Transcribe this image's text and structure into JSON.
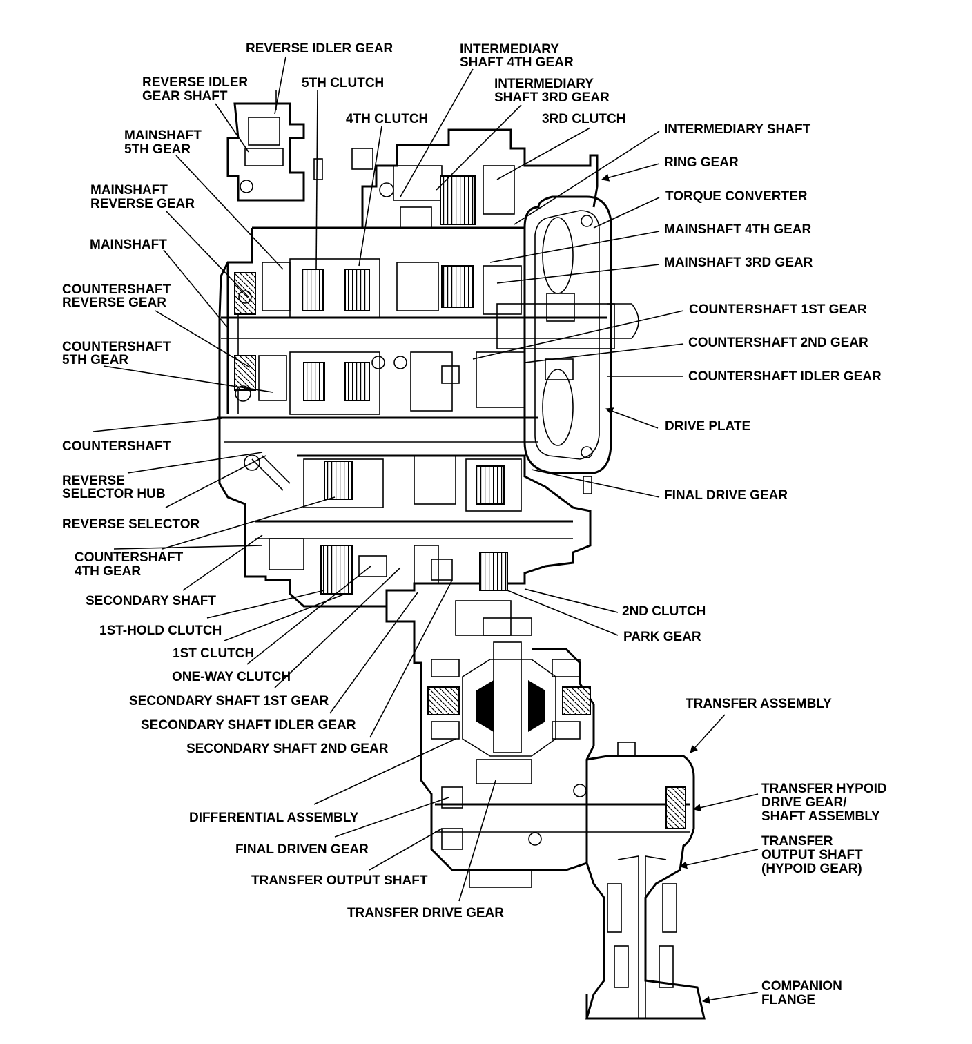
{
  "diagram": {
    "labels": {
      "reverse_idler_gear": "REVERSE IDLER GEAR",
      "intermediary_shaft_4th_gear_1": "INTERMEDIARY",
      "intermediary_shaft_4th_gear_2": "SHAFT 4TH GEAR",
      "reverse_idler_gear_shaft_1": "REVERSE IDLER",
      "reverse_idler_gear_shaft_2": "GEAR SHAFT",
      "clutch_5th": "5TH CLUTCH",
      "intermediary_shaft_3rd_gear_1": "INTERMEDIARY",
      "intermediary_shaft_3rd_gear_2": "SHAFT 3RD GEAR",
      "clutch_4th": "4TH CLUTCH",
      "clutch_3rd": "3RD CLUTCH",
      "mainshaft_5th_gear_1": "MAINSHAFT",
      "mainshaft_5th_gear_2": "5TH GEAR",
      "intermediary_shaft": "INTERMEDIARY SHAFT",
      "ring_gear": "RING GEAR",
      "mainshaft_reverse_gear_1": "MAINSHAFT",
      "mainshaft_reverse_gear_2": "REVERSE GEAR",
      "torque_converter": "TORQUE CONVERTER",
      "mainshaft_4th_gear": "MAINSHAFT 4TH GEAR",
      "mainshaft": "MAINSHAFT",
      "mainshaft_3rd_gear": "MAINSHAFT 3RD GEAR",
      "countershaft_reverse_gear_1": "COUNTERSHAFT",
      "countershaft_reverse_gear_2": "REVERSE GEAR",
      "countershaft_1st_gear": "COUNTERSHAFT 1ST GEAR",
      "countershaft_5th_gear_1": "COUNTERSHAFT",
      "countershaft_5th_gear_2": "5TH GEAR",
      "countershaft_2nd_gear": "COUNTERSHAFT 2ND GEAR",
      "countershaft_idler_gear": "COUNTERSHAFT IDLER GEAR",
      "drive_plate": "DRIVE PLATE",
      "countershaft": "COUNTERSHAFT",
      "reverse_selector_hub_1": "REVERSE",
      "reverse_selector_hub_2": "SELECTOR HUB",
      "final_drive_gear": "FINAL DRIVE GEAR",
      "reverse_selector": "REVERSE SELECTOR",
      "countershaft_4th_gear_1": "COUNTERSHAFT",
      "countershaft_4th_gear_2": "4TH GEAR",
      "secondary_shaft": "SECONDARY SHAFT",
      "clutch_2nd": "2ND CLUTCH",
      "clutch_1st_hold": "1ST-HOLD CLUTCH",
      "park_gear": "PARK GEAR",
      "clutch_1st": "1ST CLUTCH",
      "one_way_clutch": "ONE-WAY CLUTCH",
      "secondary_shaft_1st_gear": "SECONDARY SHAFT 1ST GEAR",
      "transfer_assembly": "TRANSFER ASSEMBLY",
      "secondary_shaft_idler_gear": "SECONDARY SHAFT IDLER GEAR",
      "secondary_shaft_2nd_gear": "SECONDARY SHAFT 2ND GEAR",
      "transfer_hypoid_drive_gear_1": "TRANSFER HYPOID",
      "transfer_hypoid_drive_gear_2": "DRIVE GEAR/",
      "transfer_hypoid_drive_gear_3": "SHAFT ASSEMBLY",
      "differential_assembly": "DIFFERENTIAL ASSEMBLY",
      "transfer_output_shaft_hypoid_1": "TRANSFER",
      "transfer_output_shaft_hypoid_2": "OUTPUT SHAFT",
      "transfer_output_shaft_hypoid_3": "(HYPOID GEAR)",
      "final_driven_gear": "FINAL DRIVEN GEAR",
      "transfer_output_shaft": "TRANSFER OUTPUT SHAFT",
      "transfer_drive_gear": "TRANSFER DRIVE GEAR",
      "companion_flange_1": "COMPANION",
      "companion_flange_2": "FLANGE"
    }
  }
}
